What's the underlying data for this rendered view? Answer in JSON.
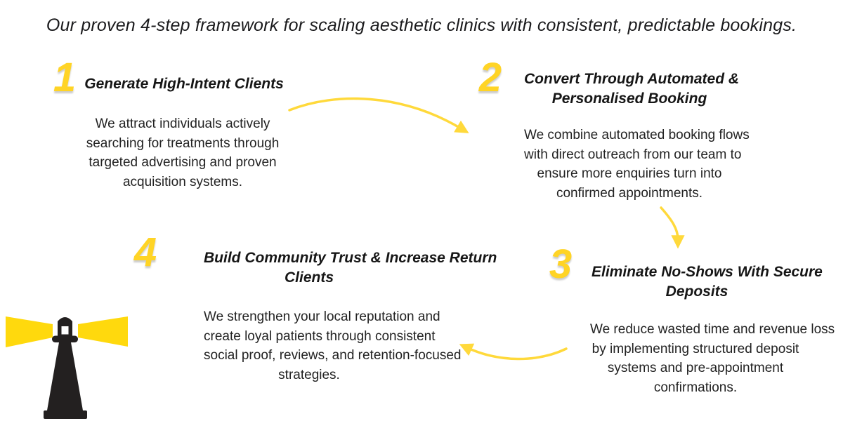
{
  "title": "Our proven 4-step framework for scaling aesthetic clinics with consistent, predictable bookings.",
  "colors": {
    "accent_yellow": "#FFD426",
    "arrow_yellow": "#FFD93B",
    "beam_yellow": "#FFD90D",
    "ink": "#1F1F1F"
  },
  "steps": [
    {
      "number": "1",
      "heading_lines": [
        "Generate High-Intent Clients"
      ],
      "body_lines": [
        "We attract individuals actively",
        "searching for treatments through",
        "targeted advertising and proven",
        "acquisition systems."
      ]
    },
    {
      "number": "2",
      "heading_lines": [
        "Convert Through Automated &",
        "Personalised Booking"
      ],
      "body_lines": [
        "We combine automated booking flows",
        "with direct outreach from our team to",
        "ensure more enquiries turn into",
        "confirmed appointments."
      ]
    },
    {
      "number": "3",
      "heading_lines": [
        "Eliminate No-Shows With Secure",
        "Deposits"
      ],
      "body_lines": [
        "We reduce wasted time and revenue loss",
        "by implementing structured deposit",
        "systems and pre-appointment",
        "confirmations."
      ]
    },
    {
      "number": "4",
      "heading_lines": [
        "Build Community Trust & Increase Return",
        "Clients"
      ],
      "body_lines": [
        "We strengthen your local reputation and",
        "create loyal patients through consistent",
        "social proof, reviews, and retention-focused",
        "strategies."
      ]
    }
  ],
  "icons": {
    "lighthouse": "lighthouse-with-light-beams",
    "arrow_step1_to_step2": "curved-arrow-down-right",
    "arrow_step2_to_step3": "curved-arrow-down",
    "arrow_step3_to_step4": "curved-arrow-up-left"
  }
}
